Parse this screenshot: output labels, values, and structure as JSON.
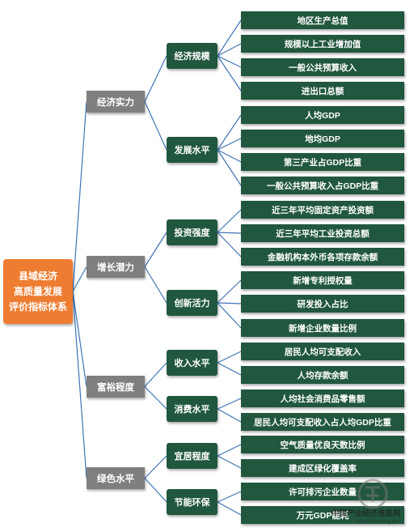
{
  "root": {
    "lines": [
      "县域经济",
      "高质量发展",
      "评价指标体系"
    ]
  },
  "categories": [
    {
      "label": "经济实力",
      "groups": [
        {
          "label": "经济规模",
          "items": [
            "地区生产总值",
            "规模以上工业增加值",
            "一般公共预算收入",
            "进出口总额"
          ]
        },
        {
          "label": "发展水平",
          "items": [
            "人均GDP",
            "地均GDP",
            "第三产业占GDP比重",
            "一般公共预算收入占GDP比重"
          ]
        }
      ]
    },
    {
      "label": "增长潜力",
      "groups": [
        {
          "label": "投资强度",
          "items": [
            "近三年平均固定资产投资额",
            "近三年平均工业投资总额",
            "金融机构本外币各项存款余额"
          ]
        },
        {
          "label": "创新活力",
          "items": [
            "新增专利授权量",
            "研发投入占比",
            "新增企业数量比例"
          ]
        }
      ]
    },
    {
      "label": "富裕程度",
      "groups": [
        {
          "label": "收入水平",
          "items": [
            "居民人均可支配收入",
            "人均存款余额"
          ]
        },
        {
          "label": "消费水平",
          "items": [
            "人均社会消费品零售额",
            "居民人均可支配收入占人均GDP比重"
          ]
        }
      ]
    },
    {
      "label": "绿色水平",
      "groups": [
        {
          "label": "宜居程度",
          "items": [
            "空气质量优良天数比例",
            "建成区绿化覆盖率"
          ]
        },
        {
          "label": "节能环保",
          "items": [
            "许可排污企业数量",
            "万元GDP能耗"
          ]
        }
      ]
    }
  ],
  "watermark": {
    "text": "中国产业经济信息网",
    "url": "www.cinic.org.cn"
  },
  "colors": {
    "root": "#ee7d31",
    "category": "#7f7f7f",
    "node": "#21573f",
    "connector": "#3d75b5"
  }
}
